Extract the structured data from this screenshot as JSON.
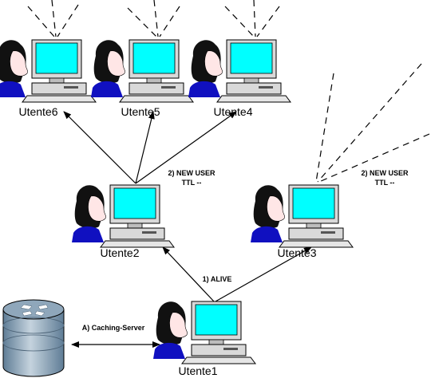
{
  "users": [
    {
      "id": "u6",
      "label": "Utente6"
    },
    {
      "id": "u5",
      "label": "Utente5"
    },
    {
      "id": "u4",
      "label": "Utente4"
    },
    {
      "id": "u2",
      "label": "Utente2"
    },
    {
      "id": "u3",
      "label": "Utente3"
    },
    {
      "id": "u1",
      "label": "Utente1"
    }
  ],
  "edge_labels": {
    "new_user_left_line1": "2) NEW USER",
    "new_user_left_line2": "TTL --",
    "new_user_right_line1": "2) NEW USER",
    "new_user_right_line2": "TTL --",
    "alive": "1) ALIVE",
    "caching_server": "A) Caching-Server"
  },
  "colors": {
    "screen": "#00ffff",
    "monitor": "#cccccc",
    "server": "#8fa7bb",
    "line": "#000000"
  }
}
